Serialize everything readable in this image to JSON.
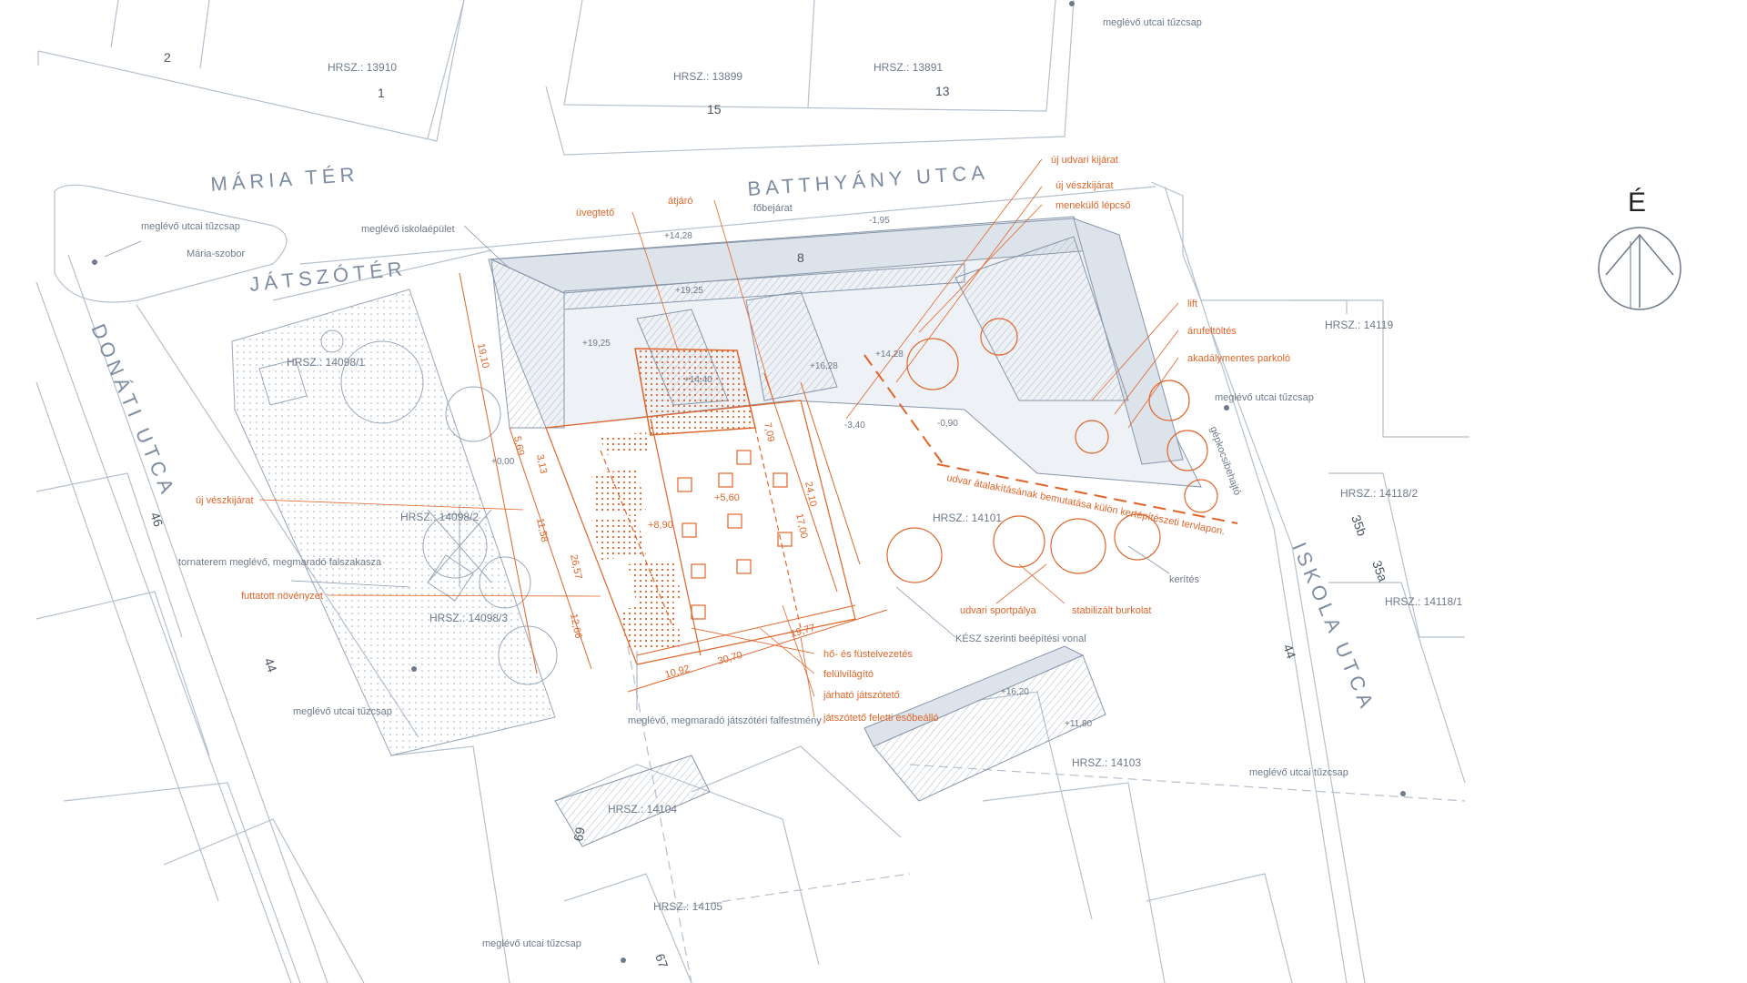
{
  "colors": {
    "accent": "#e0652a",
    "linework": "#9aa8b8",
    "roof": "#dde3ea",
    "text_gray": "#6e7a8a"
  },
  "north": {
    "label": "É",
    "icon": "north-arrow-icon"
  },
  "streets": {
    "maria_ter": "MÁRIA TÉR",
    "batthyany": "BATTHYÁNY UTCA",
    "jatszoter": "JÁTSZÓTÉR",
    "donati": "DONÁTI UTCA",
    "iskola": "ISKOLA UTCA"
  },
  "parcels": [
    "HRSZ.: 13910",
    "HRSZ.: 13899",
    "HRSZ.: 13891",
    "HRSZ.: 14098/1",
    "HRSZ.: 14098/2",
    "HRSZ.: 14098/3",
    "HRSZ.: 14101",
    "HRSZ.: 14119",
    "HRSZ.: 14118/2",
    "HRSZ.: 14118/1",
    "HRSZ.: 14103",
    "HRSZ.: 14104",
    "HRSZ.: 14105"
  ],
  "house_numbers": [
    "2",
    "1",
    "15",
    "13",
    "8",
    "46",
    "44",
    "44",
    "35b",
    "35a",
    "69",
    "67"
  ],
  "gray_labels": {
    "tuzcsap": "meglévő utcai tűzcsap",
    "szobor": "Mária-szobor",
    "iskolaepulet": "meglévő iskolaépület",
    "fobejarat": "főbejárat",
    "tornaterem": "tornaterem meglévő, megmaradó falszakasza",
    "falfestmeny": "meglévő, megmaradó játszótéri falfestmény",
    "gepkocsibehajto": "gépkocsibehajtó",
    "kerites": "kerítés",
    "kesz": "KÉSZ szerinti beépítési vonal"
  },
  "orange_labels": {
    "uj_udvari_kijarat": "új udvari kijárat",
    "uj_veszkijarat_top": "új vészkijárat",
    "menekulo_lepcso": "menekülő lépcső",
    "uvegteto": "üvegtető",
    "atjaro": "átjáró",
    "lift": "lift",
    "arufeltoltes": "árufeltöltés",
    "akadalymentes": "akadálymentes parkoló",
    "uj_veszkijarat_left": "új vészkijárat",
    "futtatott": "futtatott növényzet",
    "udvari_sportpalya": "udvari sportpálya",
    "stabilizalt": "stabilizált burkolat",
    "ho_fust": "hő- és füstelvezetés",
    "felulvilagito": "felülvilágító",
    "jarhato": "járható játszótető",
    "esobeallo": "játszótető feletti esőbeálló",
    "udvar_note": "udvar átalakításának bemutatása külön kertépítészeti tervlapon."
  },
  "elevations": {
    "e1": "+14,28",
    "e2": "-1,95",
    "e3": "+19,25",
    "e4": "+19,25",
    "e5": "+16,28",
    "e6": "+14,28",
    "e7": "-3,40",
    "e8": "-0,90",
    "e9": "+0,00",
    "e10": "+16,20",
    "e11": "+11,80",
    "e12": "+8,90",
    "e13": "+5,60",
    "e14": "+14,40"
  },
  "dimensions": {
    "d1": "19,10",
    "d2": "5,69",
    "d3": "3,13",
    "d4": "11,58",
    "d5": "26,57",
    "d6": "12,66",
    "d7": "7,09",
    "d8": "24,10",
    "d9": "17,00",
    "d10": "19,77",
    "d11": "30,70",
    "d12": "10,92"
  }
}
